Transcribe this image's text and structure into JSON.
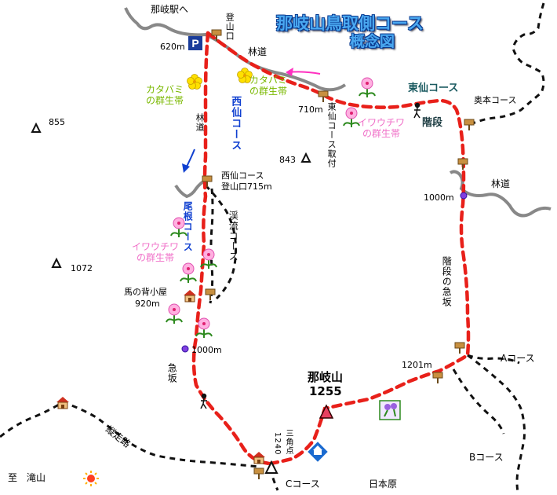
{
  "title": {
    "line1": "那岐山鳥取側コース",
    "line2": "概念図"
  },
  "labels": {
    "nagi_station": "那岐駅へ",
    "tozanguchi": "登山口",
    "elev_620": "620m",
    "rindo_top": "林道",
    "katabami_left": "カタバミ\nの群生帯",
    "katabami_right": "カタバミ\nの群生帯",
    "nishi_course": "西仙コース",
    "rindo_left": "林道",
    "peak_855": "855",
    "higashi_course": "東仙コース",
    "kaidan_upper": "階段",
    "okumoto_course": "奥本コース",
    "elev_710": "710m",
    "higashi_toritsuki": "東仙コース取付",
    "iwauchiwa_upper": "イワウチワ\nの群生帯",
    "peak_843": "843",
    "nishi_tozanguchi_1": "西仙コース",
    "nishi_tozanguchi_2": "登山口715m",
    "rindo_right": "林道",
    "elev_1000_right": "1000m",
    "one_course": "尾根コース",
    "keiryu_course": "渓流コース",
    "iwauchiwa_left": "イワウチワ\nの群生帯",
    "peak_1072": "1072",
    "kaidan_kyuhan": "階段の急坂",
    "umanose_hut_1": "馬の背小屋",
    "umanose_hut_2": "920m",
    "elev_1000_left": "1000m",
    "a_course": "Aコース",
    "kyuhan": "急坂",
    "elev_1201": "1201m",
    "nagisan_name": "那岐山",
    "nagisan_elev": "1255",
    "jusouro": "縦走路",
    "sankakuten": "三角点",
    "sankakuten_elev": "1240",
    "b_course": "Bコース",
    "to_takiyama": "至　滝山",
    "c_course": "Cコース",
    "nihonbara": "日本原"
  },
  "colors": {
    "route": "#e8201a",
    "dashed_black": "#111111",
    "road": "#888888",
    "title_fill": "#4aa8f0",
    "arrow_magenta": "#ff30c0",
    "arrow_blue": "#1040d0"
  },
  "icons": [
    "parking-icon",
    "signpost-icon",
    "hut-icon",
    "summit-triangle-icon",
    "triangulation-icon",
    "shelter-icon",
    "flower-icon",
    "sun-icon",
    "hiker-icon",
    "viewpoint-icon"
  ]
}
